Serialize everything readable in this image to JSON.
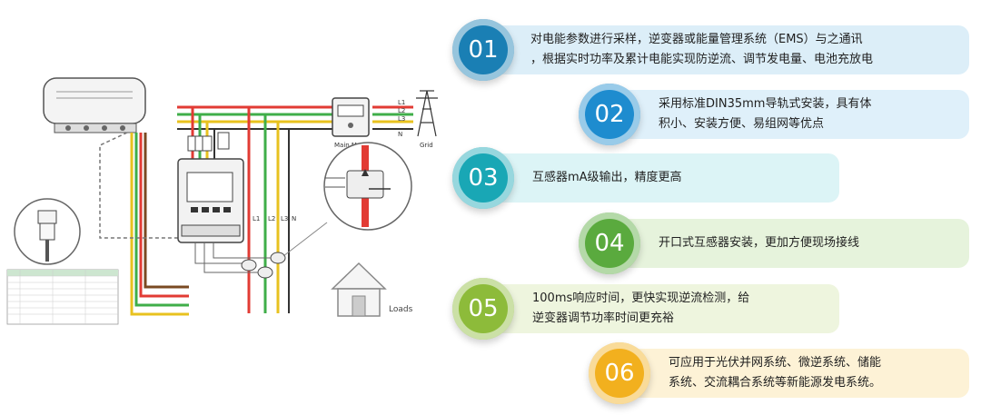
{
  "diagram": {
    "main_meter_label": "Main Meter",
    "grid_label": "Grid",
    "loads_label": "Loads",
    "line_labels": [
      "L1",
      "L2",
      "L3",
      "N"
    ],
    "meter_terminal_labels": [
      "L1",
      "L2",
      "L3",
      "N"
    ]
  },
  "features": [
    {
      "number": "01",
      "lines": [
        "对电能参数进行采样，逆变器或能量管理系统（EMS）与之通讯",
        "，根据实时功率及累计电能实现防逆流、调节发电量、电池充放电"
      ],
      "color": "#1a7fb4",
      "band": "#dceef8"
    },
    {
      "number": "02",
      "lines": [
        "采用标准DIN35mm导轨式安装，具有体",
        "积小、安装方便、易组网等优点"
      ],
      "color": "#1e8ccf",
      "band": "#dff0fa"
    },
    {
      "number": "03",
      "lines": [
        "互感器mA级输出，精度更高"
      ],
      "color": "#19a7b5",
      "band": "#dcf4f6"
    },
    {
      "number": "04",
      "lines": [
        "开口式互感器安装，更加方便现场接线"
      ],
      "color": "#5aaa3e",
      "band": "#e6f3dc"
    },
    {
      "number": "05",
      "lines": [
        "100ms响应时间，更快实现逆流检测，给",
        "逆变器调节功率时间更充裕"
      ],
      "color": "#8dbb3a",
      "band": "#eef5de"
    },
    {
      "number": "06",
      "lines": [
        "可应用于光伏并网系统、微逆系统、储能",
        "系统、交流耦合系统等新能源发电系统。"
      ],
      "color": "#f2b01e",
      "band": "#fdf2d6"
    }
  ]
}
